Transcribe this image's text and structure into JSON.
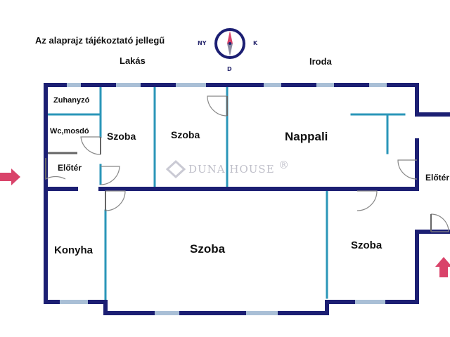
{
  "header": {
    "disclaimer": "Az alaprajz tájékoztató jellegű",
    "unit_left": "Lakás",
    "unit_right": "Iroda"
  },
  "compass": {
    "north_west": "NY",
    "east": "K",
    "south": "D"
  },
  "rooms": {
    "shower": "Zuhanyzó",
    "wc": "Wc,mosdó",
    "hall_left": "Előtér",
    "room_small": "Szoba",
    "room_mid": "Szoba",
    "living": "Nappali",
    "hall_right": "Előtér",
    "kitchen": "Konyha",
    "room_big": "Szoba",
    "room_right": "Szoba"
  },
  "watermark": {
    "brand": "DUNA HOUSE",
    "mark": "®"
  },
  "colors": {
    "outer_wall": "#1c1f73",
    "inner_wall": "#2a96b8",
    "window": "#a9bfd6",
    "door_arc": "#888888",
    "entry_arrow": "#d9436a",
    "compass_ring": "#1c1f73",
    "compass_needle": "#d9436a"
  }
}
